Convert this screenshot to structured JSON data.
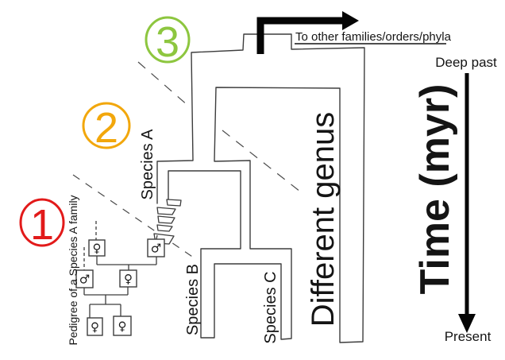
{
  "diagram": {
    "callouts": [
      {
        "label": "1",
        "color": "#e21a1a"
      },
      {
        "label": "2",
        "color": "#f2a70c"
      },
      {
        "label": "3",
        "color": "#8dc63f"
      }
    ],
    "tree": {
      "branch_labels": {
        "species_a": "Species A",
        "species_b": "Species B",
        "species_c": "Species C",
        "different_genus": "Different genus"
      },
      "root_arrow_label": "To other families/orders/phyla"
    },
    "pedigree": {
      "caption": "Pedigree of a Species A family",
      "members": [
        {
          "glyph": "♀"
        },
        {
          "glyph": "♂"
        },
        {
          "glyph": "♂"
        },
        {
          "glyph": "♀"
        },
        {
          "glyph": "♀"
        },
        {
          "glyph": "♀"
        }
      ]
    },
    "time_axis": {
      "label": "Time (myr)",
      "top_label": "Deep past",
      "bottom_label": "Present"
    }
  }
}
